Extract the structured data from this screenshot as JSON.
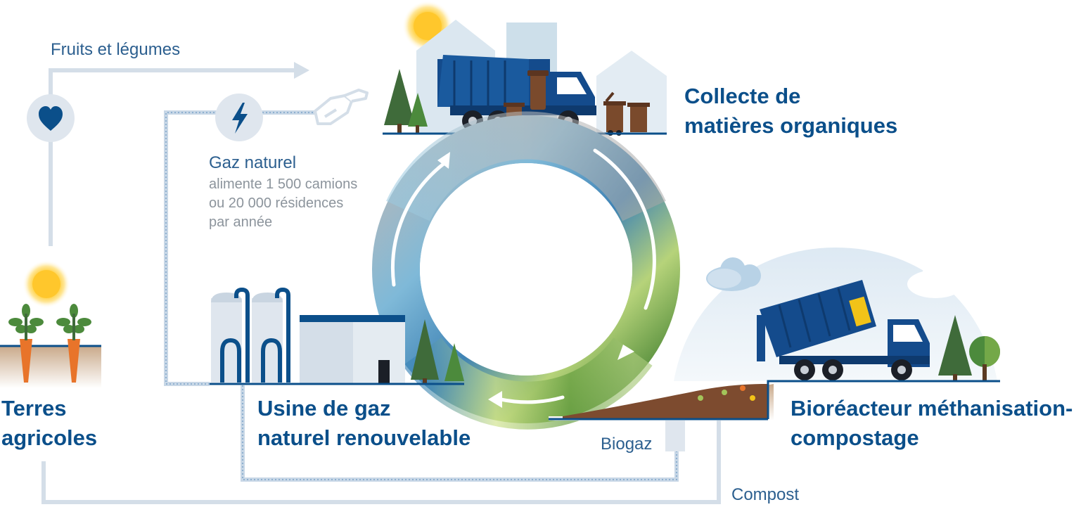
{
  "labels": {
    "fruits": "Fruits et légumes",
    "gaz_title": "Gaz naturel",
    "gaz_note_1": "alimente 1 500 camions",
    "gaz_note_2": "ou 20 000 résidences",
    "gaz_note_3": "par année",
    "collecte_1": "Collecte de",
    "collecte_2": "matières organiques",
    "terres_1": "Terres",
    "terres_2": "agricoles",
    "usine_1": "Usine de gaz",
    "usine_2": "naturel renouvelable",
    "bio_1": "Bioréacteur méthanisation-",
    "bio_2": "compostage",
    "biogaz": "Biogaz",
    "compost": "Compost"
  },
  "icons": [
    "heart-icon",
    "lightning-bolt-icon",
    "fuel-nozzle-icon",
    "sun-icon",
    "cloud-icon"
  ],
  "colors": {
    "brand_blue": "#0b4f8a",
    "truck_blue": "#144b8c",
    "bin_brown": "#7a4a2c",
    "carrot_orange": "#e8742a",
    "leaf_green": "#4c8a3c",
    "pine_green": "#3f6b3a",
    "flow_line": "#d4dee8"
  }
}
